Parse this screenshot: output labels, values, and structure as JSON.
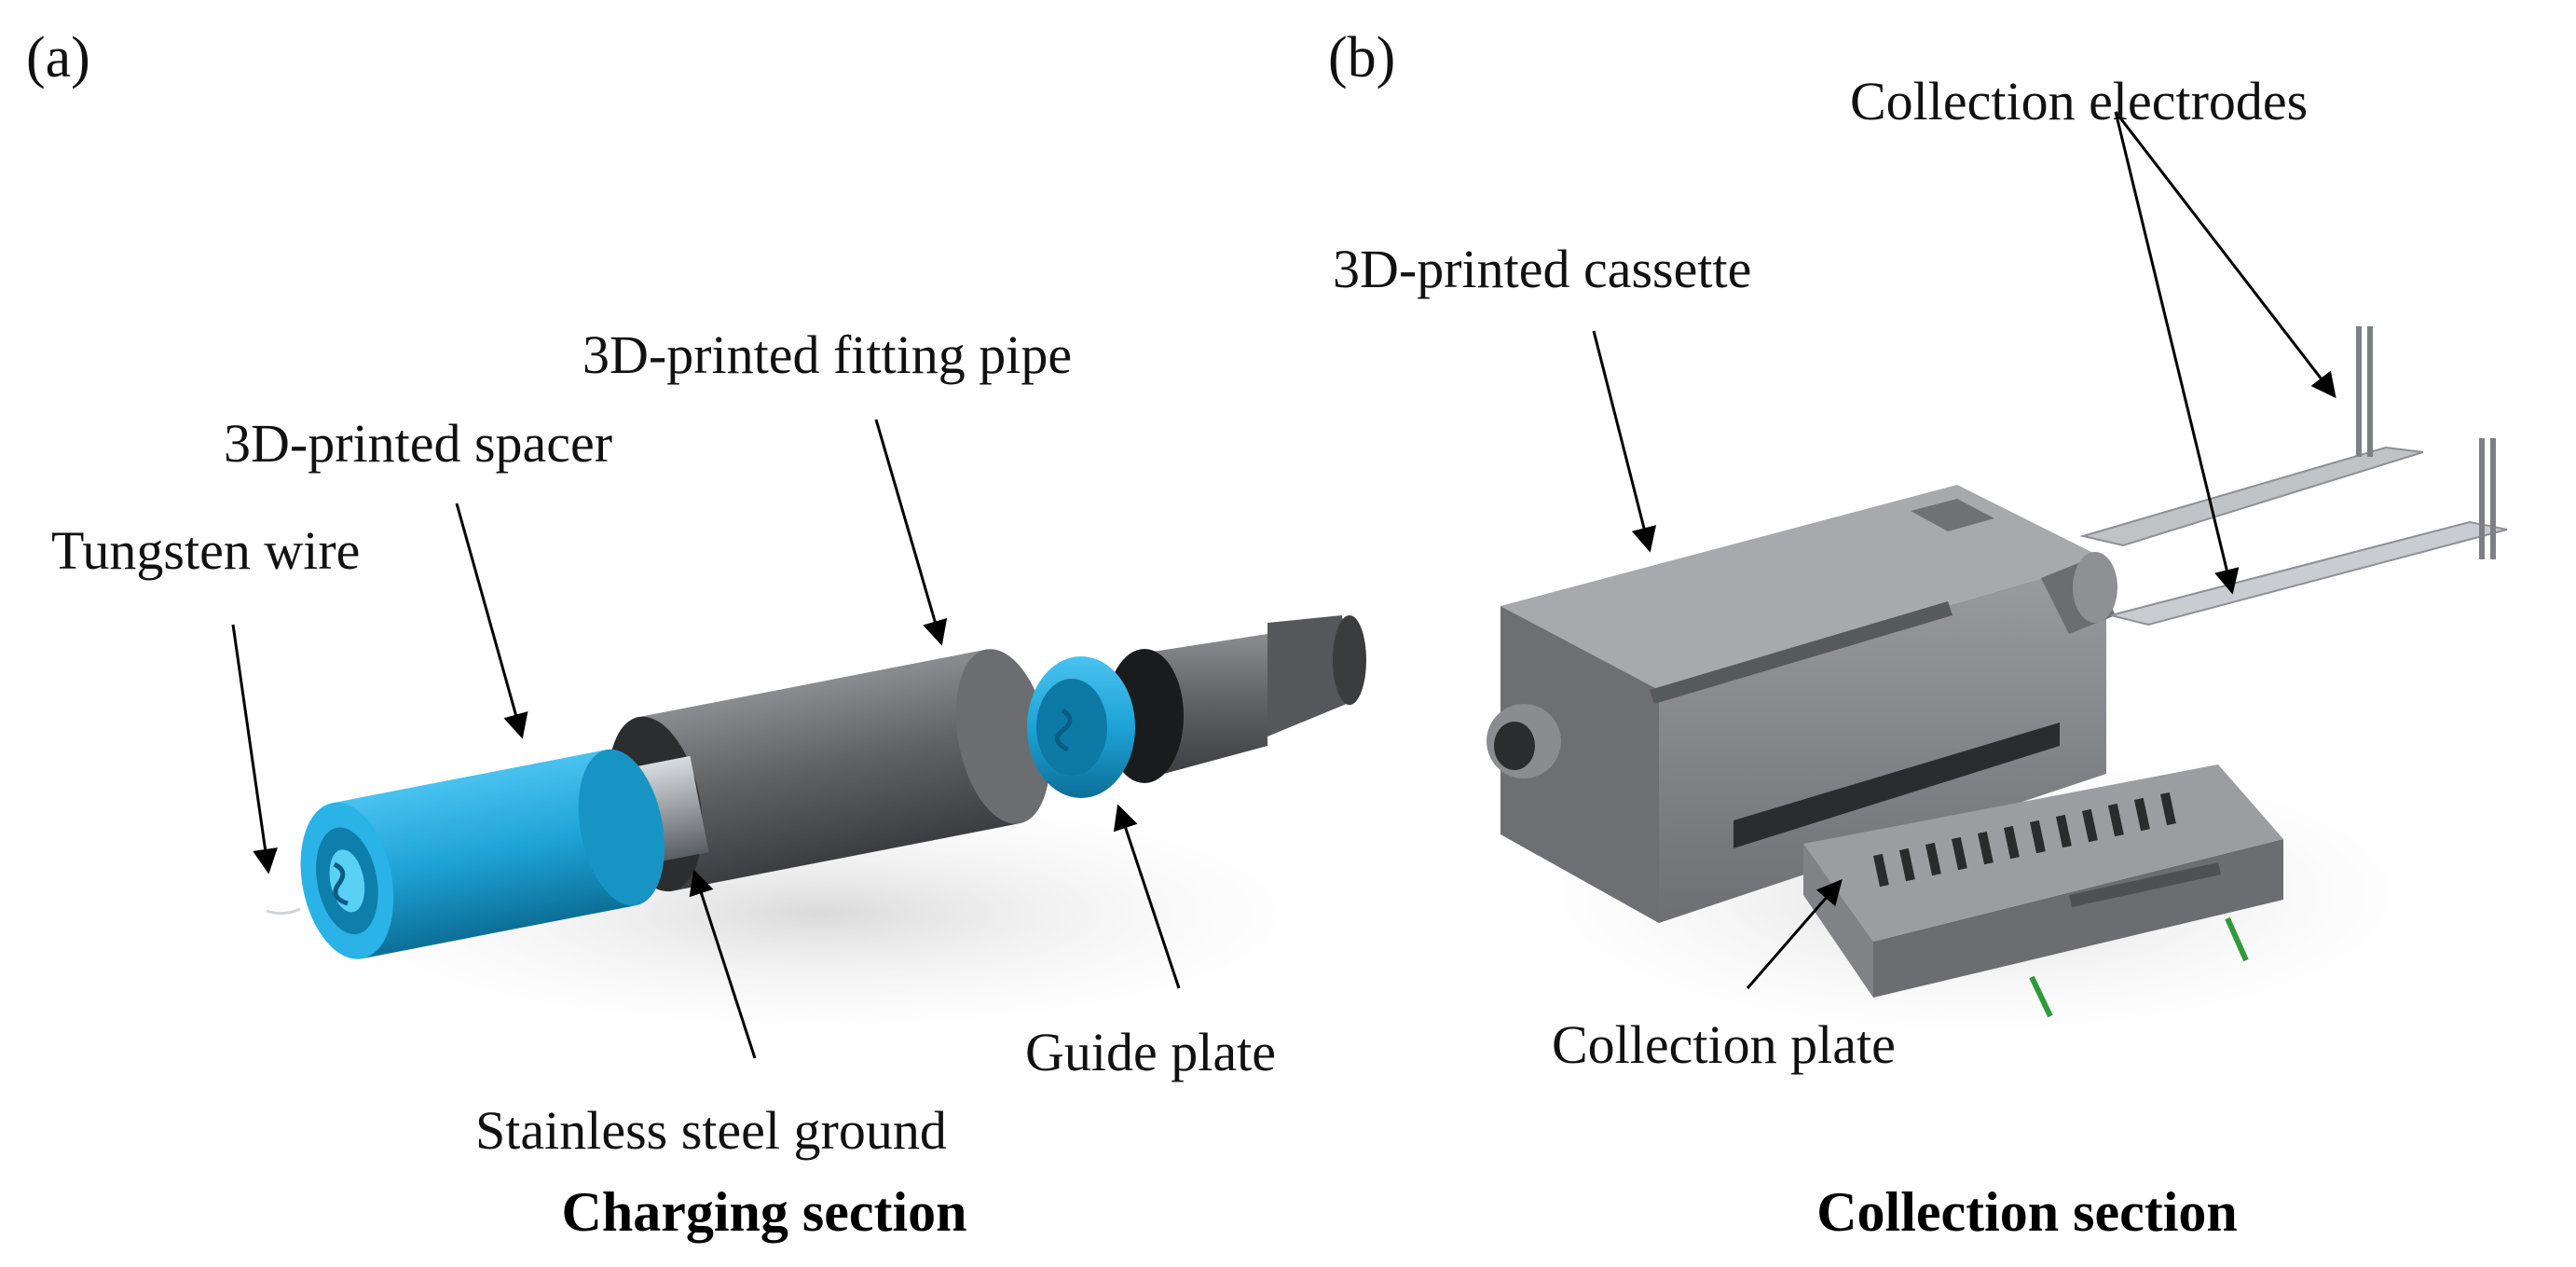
{
  "panels": {
    "a": {
      "tag": "(a)",
      "caption": "Charging section",
      "labels": {
        "tungsten_wire": "Tungsten wire",
        "spacer": "3D-printed spacer",
        "fitting_pipe": "3D-printed fitting pipe",
        "stainless_ground": "Stainless steel ground",
        "guide_plate": "Guide plate"
      }
    },
    "b": {
      "tag": "(b)",
      "caption": "Collection section",
      "labels": {
        "cassette": "3D-printed cassette",
        "collection_electrodes": "Collection electrodes",
        "collection_plate": "Collection plate"
      }
    }
  },
  "colors": {
    "spacer_blue": "#1ea3d6",
    "pipe_gray": "#5f6164",
    "cassette_gray": "#7e8083",
    "electrode_silver": "#b7bbbf",
    "wire_green": "#2e9a3c"
  }
}
